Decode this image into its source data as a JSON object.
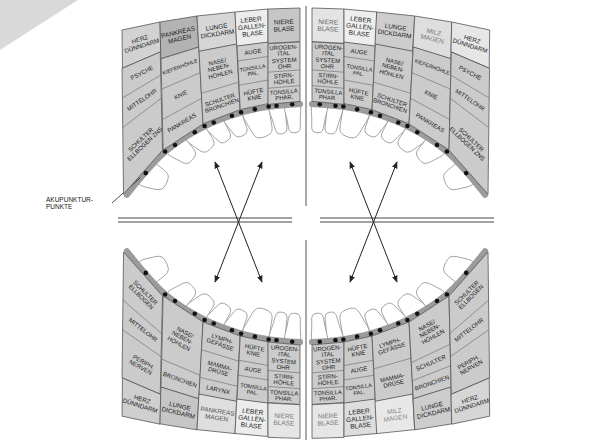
{
  "diagram": {
    "nodes": [
      {
        "text": [
          "HERZ DÜNNDARM"
        ]
      },
      {
        "text": [
          "PSYCHE",
          "MITTELOHR",
          "SCHULTER ELLBOGEN ZNS"
        ]
      },
      {
        "text": [
          "PANKREAS MAGEN"
        ]
      },
      {
        "text": [
          "KIEFERHÖHLE",
          "KNIE",
          "PANKREAS"
        ]
      },
      {
        "text": [
          "LUNGE DICKDARM"
        ]
      },
      {
        "text": [
          "NASE/ NEBEN- HÖHLEN",
          "SCHULTER BRONCHIEN"
        ]
      },
      {
        "text": [
          "LEBER GALLEN- BLASE"
        ]
      },
      {
        "text": [
          "AUGE",
          "TONSILLA PAL.",
          "HÜFTE KNIE"
        ]
      },
      {
        "text": [
          "NIERE BLASE"
        ]
      },
      {
        "text": [
          "UROGEN- ITAL SYSTEM OHR",
          "STIRN- HÖHLE",
          "TONSILLA PHAR."
        ]
      },
      {
        "text": [
          "NIERE BLASE"
        ]
      },
      {
        "text": [
          "UROGEN- ITAL SYSTEM OHR",
          "STIRN- HÖHLE",
          "TONSILLA PHAR."
        ]
      },
      {
        "text": [
          "LEBER GALLEN- BLASE"
        ]
      },
      {
        "text": [
          "AUGE",
          "TONSILLA PAL.",
          "HÜFTE KNIE"
        ]
      },
      {
        "text": [
          "LUNGE DICKDARM"
        ]
      },
      {
        "text": [
          "NASE/ NEBEN- HÖHLEN",
          "SCHULTER BRONCHIEN"
        ]
      },
      {
        "text": [
          "MILZ MAGEN"
        ]
      },
      {
        "text": [
          "KIEFERHÖHLE",
          "KNIE",
          "PANKREAS"
        ]
      },
      {
        "text": [
          "HERZ DÜNNDARM"
        ]
      },
      {
        "text": [
          "PSYCHE",
          "MITTELOHR",
          "SCHULTER ELLBOGEN ZNS"
        ]
      },
      {
        "text": [
          "SCHULTER ELLBOGEN",
          "MITTELOHR",
          "PERIPH. NERVEN"
        ]
      },
      {
        "text": [
          "HERZ DÜNNDARM"
        ]
      },
      {
        "text": [
          "NASE/ NEBEN- HÖHLEN",
          "BRONCHIEN"
        ]
      },
      {
        "text": [
          "LUNGE DICKDARM"
        ]
      },
      {
        "text": [
          "LYMPH- GEFÄSSE",
          "MAMMA- DRÜSE",
          "LARYNX"
        ]
      },
      {
        "text": [
          "PANKREAS MAGEN"
        ]
      },
      {
        "text": [
          "HÜFTE KNIE",
          "AUGE",
          "TONSILLA PAL."
        ]
      },
      {
        "text": [
          "LEBER GALLEN- BLASE"
        ]
      },
      {
        "text": [
          "UROGEN- ITAL SYSTEM OHR",
          "STIRN- HÖHLE",
          "TONSILLA PHAR."
        ]
      },
      {
        "text": [
          "NIERE BLASE"
        ]
      },
      {
        "text": [
          "UROGEN- ITAL SYSTEM OHR",
          "STIRN- HÖHLE",
          "TONSILLA PHAR."
        ]
      },
      {
        "text": [
          "NIERE BLASE"
        ]
      },
      {
        "text": [
          "HÜFTE KNIE",
          "AUGE",
          "TONSILLA PAL."
        ]
      },
      {
        "text": [
          "LEBER GALLEN- BLASE"
        ]
      },
      {
        "text": [
          "LYMPH- GEFÄSSE",
          "MAMMA- DRÜSE"
        ]
      },
      {
        "text": [
          "MILZ MAGEN"
        ]
      },
      {
        "text": [
          "NASE/ NEBEN- HÖHLEN",
          "SCHULTER",
          "BRONCHIEN"
        ]
      },
      {
        "text": [
          "LUNGE DICKDARM"
        ]
      },
      {
        "text": [
          "SCHULTER ELLBOGEN",
          "MITTELOHR",
          "PERIPH. NERVEN"
        ]
      },
      {
        "text": [
          "HERZ DÜNNDARM"
        ]
      }
    ],
    "labels": [
      "AKUPUNKTUR- PUNKTE"
    ]
  }
}
